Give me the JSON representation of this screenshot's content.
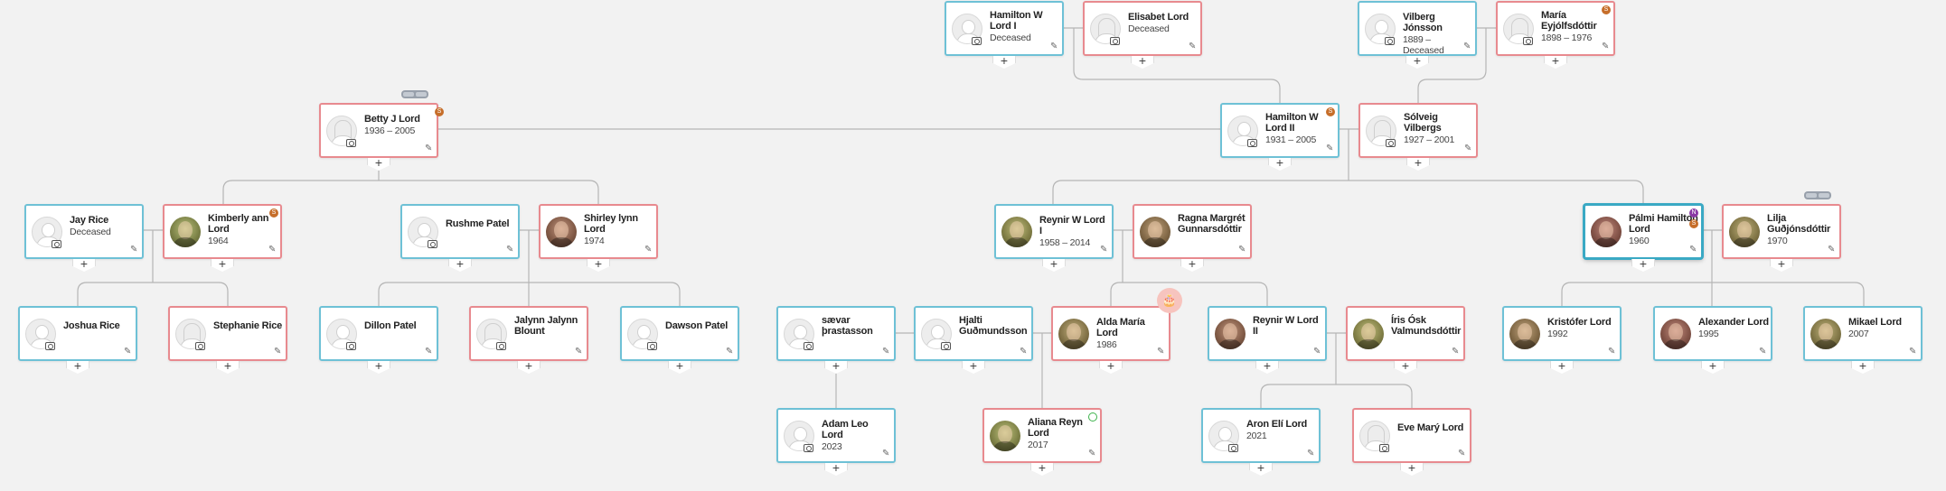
{
  "people": [
    {
      "id": "hamilton-1",
      "name": "Hamilton W Lord I",
      "dates": "Deceased",
      "gender": "male",
      "avatar": "default"
    },
    {
      "id": "elisabet",
      "name": "Elisabet Lord",
      "dates": "Deceased",
      "gender": "female",
      "avatar": "default"
    },
    {
      "id": "vilberg",
      "name": "Vilberg Jónsson",
      "dates": "1889 – Deceased",
      "gender": "male",
      "avatar": "default"
    },
    {
      "id": "maria",
      "name": "María Eyjólfsdóttir",
      "dates": "1898 – 1976",
      "gender": "female",
      "avatar": "default"
    },
    {
      "id": "betty",
      "name": "Betty J Lord",
      "dates": "1936 – 2005",
      "gender": "female",
      "avatar": "default"
    },
    {
      "id": "hamilton-2",
      "name": "Hamilton W Lord II",
      "dates": "1931 – 2005",
      "gender": "male",
      "avatar": "default"
    },
    {
      "id": "solveig",
      "name": "Sólveig Vilbergs",
      "dates": "1927 – 2001",
      "gender": "female",
      "avatar": "default"
    },
    {
      "id": "jay",
      "name": "Jay Rice",
      "dates": "Deceased",
      "gender": "male",
      "avatar": "default"
    },
    {
      "id": "kimberly",
      "name": "Kimberly ann Lord",
      "dates": "1964",
      "gender": "female",
      "avatar": "photo"
    },
    {
      "id": "rushme",
      "name": "Rushme Patel",
      "dates": "",
      "gender": "male",
      "avatar": "default"
    },
    {
      "id": "shirley",
      "name": "Shirley lynn Lord",
      "dates": "1974",
      "gender": "female",
      "avatar": "photo"
    },
    {
      "id": "reynir-1",
      "name": "Reynir W Lord I",
      "dates": "1958 – 2014",
      "gender": "male",
      "avatar": "photo"
    },
    {
      "id": "ragna",
      "name": "Ragna Margrét Gunnarsdóttir",
      "dates": "",
      "gender": "female",
      "avatar": "photo"
    },
    {
      "id": "palmi",
      "name": "Pálmi Hamilton Lord",
      "dates": "1960",
      "gender": "male",
      "avatar": "photo"
    },
    {
      "id": "lilja",
      "name": "Lilja Guðjónsdóttir",
      "dates": "1970",
      "gender": "female",
      "avatar": "photo"
    },
    {
      "id": "joshua",
      "name": "Joshua Rice",
      "dates": "",
      "gender": "male",
      "avatar": "default"
    },
    {
      "id": "stephanie",
      "name": "Stephanie Rice",
      "dates": "",
      "gender": "female",
      "avatar": "default"
    },
    {
      "id": "dillon",
      "name": "Dillon Patel",
      "dates": "",
      "gender": "male",
      "avatar": "default"
    },
    {
      "id": "jalynn",
      "name": "Jalynn Jalynn Blount",
      "dates": "",
      "gender": "female",
      "avatar": "default"
    },
    {
      "id": "dawson",
      "name": "Dawson Patel",
      "dates": "",
      "gender": "male",
      "avatar": "default"
    },
    {
      "id": "saevar",
      "name": "sævar þrastasson",
      "dates": "",
      "gender": "male",
      "avatar": "default"
    },
    {
      "id": "hjalti",
      "name": "Hjalti Guðmundsson",
      "dates": "",
      "gender": "male",
      "avatar": "default"
    },
    {
      "id": "alda",
      "name": "Alda María Lord",
      "dates": "1986",
      "gender": "female",
      "avatar": "photo"
    },
    {
      "id": "reynir-2",
      "name": "Reynir W Lord II",
      "dates": "",
      "gender": "male",
      "avatar": "photo"
    },
    {
      "id": "iris",
      "name": "Íris Ósk Valmundsdóttir",
      "dates": "",
      "gender": "female",
      "avatar": "photo"
    },
    {
      "id": "kristofer",
      "name": "Kristófer Lord",
      "dates": "1992",
      "gender": "male",
      "avatar": "photo"
    },
    {
      "id": "alexander",
      "name": "Alexander Lord",
      "dates": "1995",
      "gender": "male",
      "avatar": "photo"
    },
    {
      "id": "mikael",
      "name": "Mikael Lord",
      "dates": "2007",
      "gender": "male",
      "avatar": "photo"
    },
    {
      "id": "adam",
      "name": "Adam Leo Lord",
      "dates": "2023",
      "gender": "male",
      "avatar": "default"
    },
    {
      "id": "aliana",
      "name": "Aliana Reyn Lord",
      "dates": "2017",
      "gender": "female",
      "avatar": "photo"
    },
    {
      "id": "aron",
      "name": "Aron Elí Lord",
      "dates": "2021",
      "gender": "male",
      "avatar": "default"
    },
    {
      "id": "eve",
      "name": "Eve Marý Lord",
      "dates": "",
      "gender": "female",
      "avatar": "default"
    }
  ],
  "icons": {
    "add": "plus-icon",
    "edit": "pencil-icon",
    "camera": "camera-icon",
    "sources": "sources-badge-icon",
    "notes": "notes-badge-icon",
    "hints": "hints-badge-icon",
    "birthday": "birthday-cake-icon"
  },
  "glyphs": {
    "add": "+",
    "edit": "✎",
    "notes": "N",
    "sources": "S",
    "birthday": "🎂"
  },
  "colors": {
    "male_border": "#6ec1d6",
    "female_border": "#e88a8f",
    "background": "#f2f2f2",
    "connector": "#b5b5b5"
  }
}
